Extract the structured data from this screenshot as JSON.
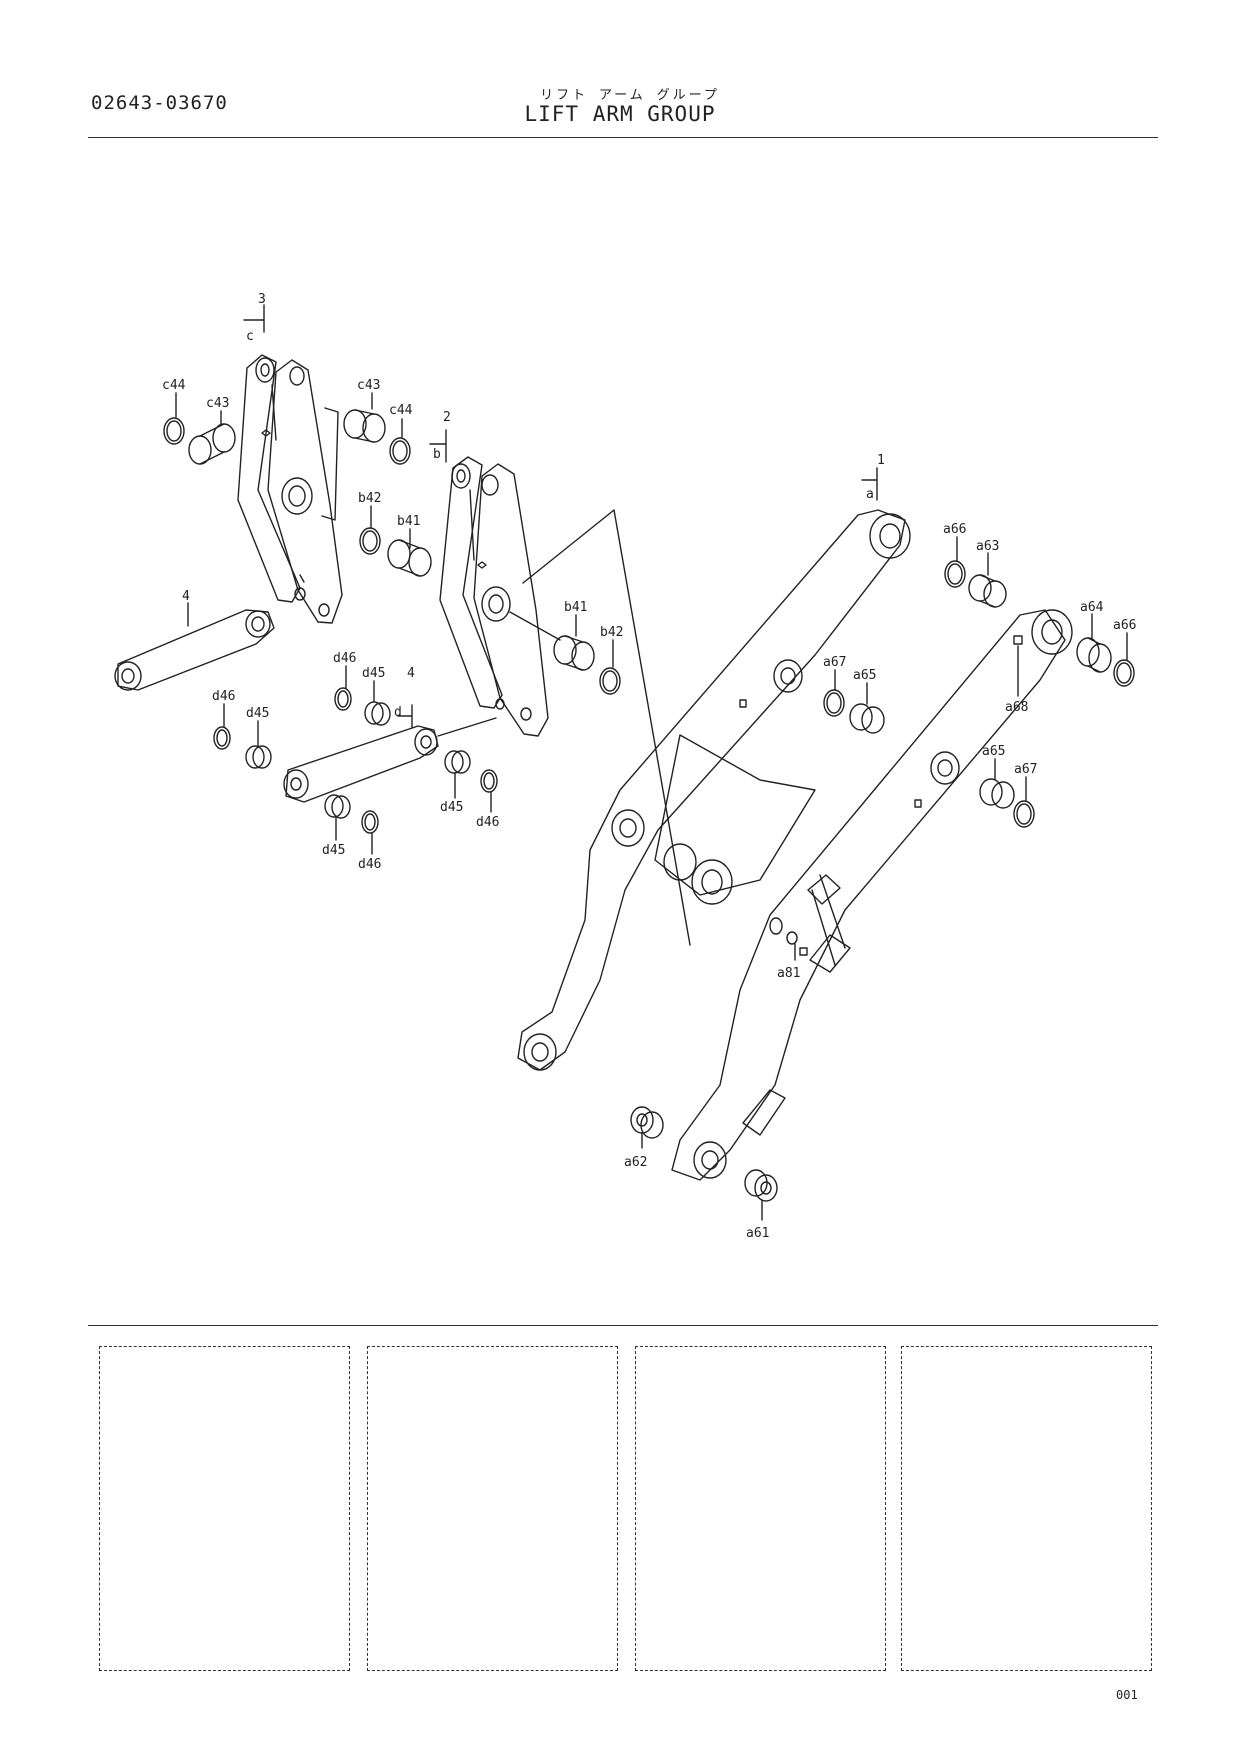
{
  "header": {
    "code": "02643-03670",
    "title_jp": "リフト アーム グループ",
    "title_en": "LIFT ARM GROUP"
  },
  "labels": {
    "g3": "3",
    "gc": "c",
    "c44_left": "c44",
    "c43_left": "c43",
    "c43_right": "c43",
    "c44_right": "c44",
    "g2": "2",
    "gb": "b",
    "b42_top": "b42",
    "b41_top": "b41",
    "b41_bottom": "b41",
    "b42_bottom": "b42",
    "g4_left": "4",
    "g4_mid": "4",
    "gd": "d",
    "d46_a": "d46",
    "d45_a": "d45",
    "d46_b": "d46",
    "d45_b": "d45",
    "d45_c": "d45",
    "d46_c": "d46",
    "d45_d": "d45",
    "d46_d": "d46",
    "g1": "1",
    "ga": "a",
    "a66_left": "a66",
    "a63": "a63",
    "a64": "a64",
    "a66_right": "a66",
    "a68": "a68",
    "a67_top": "a67",
    "a65_top": "a65",
    "a65_bottom": "a65",
    "a67_bottom": "a67",
    "a81": "a81",
    "a62": "a62",
    "a61": "a61"
  },
  "footer": {
    "page_number": "001"
  }
}
